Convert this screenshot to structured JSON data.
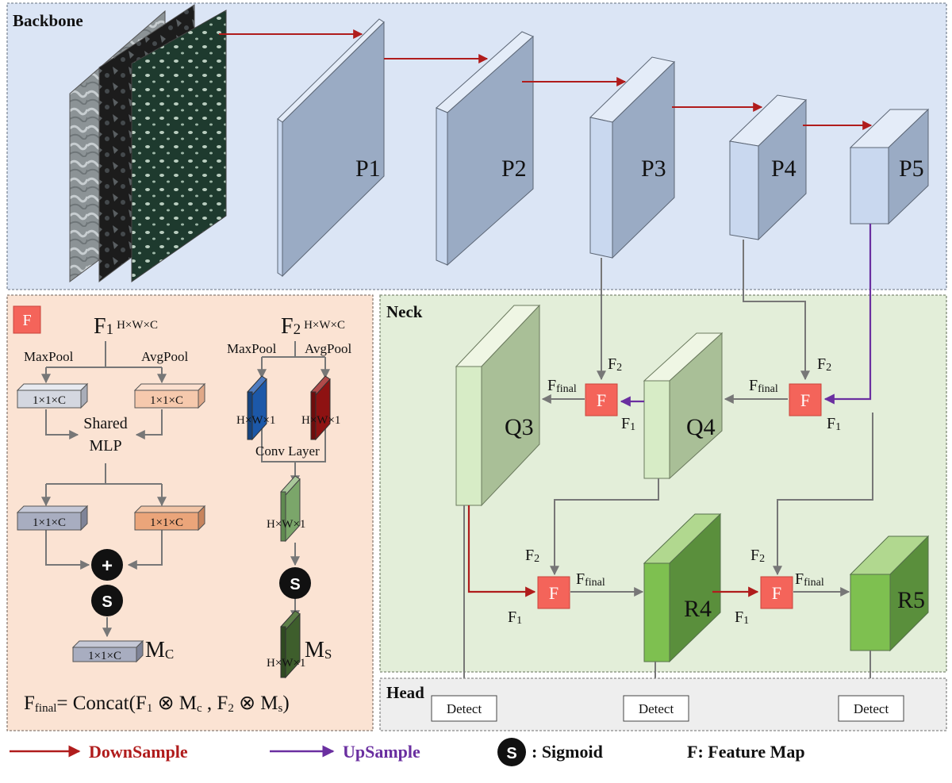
{
  "sections": {
    "backbone": "Backbone",
    "neck": "Neck",
    "head": "Head"
  },
  "backbone_layers": [
    "P1",
    "P2",
    "P3",
    "P4",
    "P5"
  ],
  "neck_layers": [
    "Q3",
    "Q4",
    "R4",
    "R5"
  ],
  "fusion": {
    "badge": "F",
    "inputs": {
      "f1": "F",
      "f1_sub": "1",
      "f2": "F",
      "f2_sub": "2"
    },
    "output": {
      "main": "F",
      "sub": "final"
    },
    "f1_title": {
      "main": "F",
      "sub": "1",
      "sup": "H×W×C"
    },
    "f2_title": {
      "main": "F",
      "sub": "2",
      "sup": "H×W×C"
    },
    "maxpool": "MaxPool",
    "avgpool": "AvgPool",
    "vec": "1×1×C",
    "hw1": "H×W×1",
    "shared_mlp_line1": "Shared",
    "shared_mlp_line2": "MLP",
    "conv_layer": "Conv Layer",
    "plus": "+",
    "sigmoid_letter": "S",
    "mc": {
      "main": "M",
      "sub": "C"
    },
    "ms": {
      "main": "M",
      "sub": "S"
    },
    "formula": {
      "lhs_main": "F",
      "lhs_sub": "final",
      "eq": "= Concat(F",
      "sub1": "1",
      "op1": " ⊗ M",
      "subc": "c",
      "comma": " , F",
      "sub2": "2",
      "op2": " ⊗ M",
      "subs": "s",
      "close": ")"
    }
  },
  "head": {
    "detect": "Detect"
  },
  "legend": {
    "downsample": "DownSample",
    "upsample": "UpSample",
    "sigmoid_letter": "S",
    "sigmoid": ": Sigmoid",
    "feature_map": "F: Feature Map"
  },
  "colors": {
    "downsample": "#b01c1c",
    "upsample": "#6a2fa0",
    "fuse": "#f4645a",
    "backbone_bg": "#dbe5f5",
    "neck_bg": "#e3eed9",
    "fusion_bg": "#fbe3d3",
    "head_bg": "#eeeeee"
  }
}
